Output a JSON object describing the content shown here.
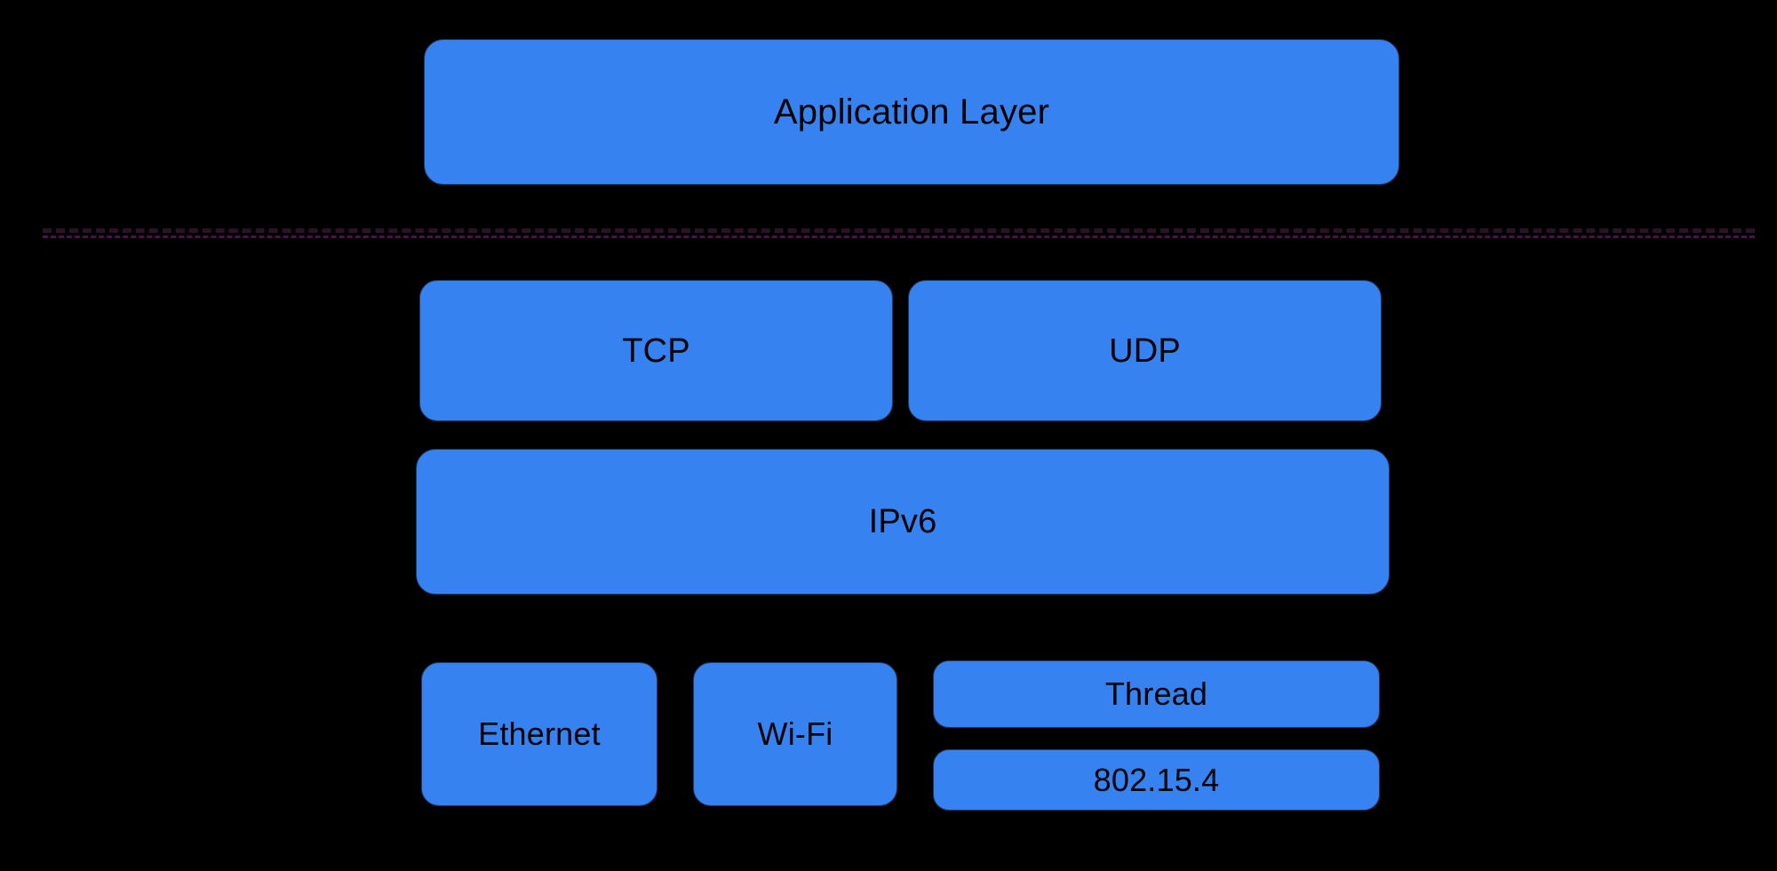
{
  "diagram": {
    "type": "network-protocol-stack",
    "background_color": "#000000",
    "node_fill_color": "#3682f0",
    "node_border_color": "#1a3a66",
    "node_text_color": "#000000",
    "divider_color": "#47134a",
    "divider": {
      "name": "application-transport-separator",
      "style": "dashed"
    },
    "layers": [
      {
        "name": "application",
        "nodes": [
          {
            "id": "application-layer",
            "label": "Application Layer"
          }
        ]
      },
      {
        "name": "transport",
        "nodes": [
          {
            "id": "tcp",
            "label": "TCP"
          },
          {
            "id": "udp",
            "label": "UDP"
          }
        ]
      },
      {
        "name": "network",
        "nodes": [
          {
            "id": "ipv6",
            "label": "IPv6"
          }
        ]
      },
      {
        "name": "link-physical",
        "nodes": [
          {
            "id": "ethernet",
            "label": "Ethernet"
          },
          {
            "id": "wifi",
            "label": "Wi-Fi"
          },
          {
            "id": "thread",
            "label": "Thread"
          },
          {
            "id": "802-15-4",
            "label": "802.15.4"
          }
        ]
      }
    ]
  }
}
